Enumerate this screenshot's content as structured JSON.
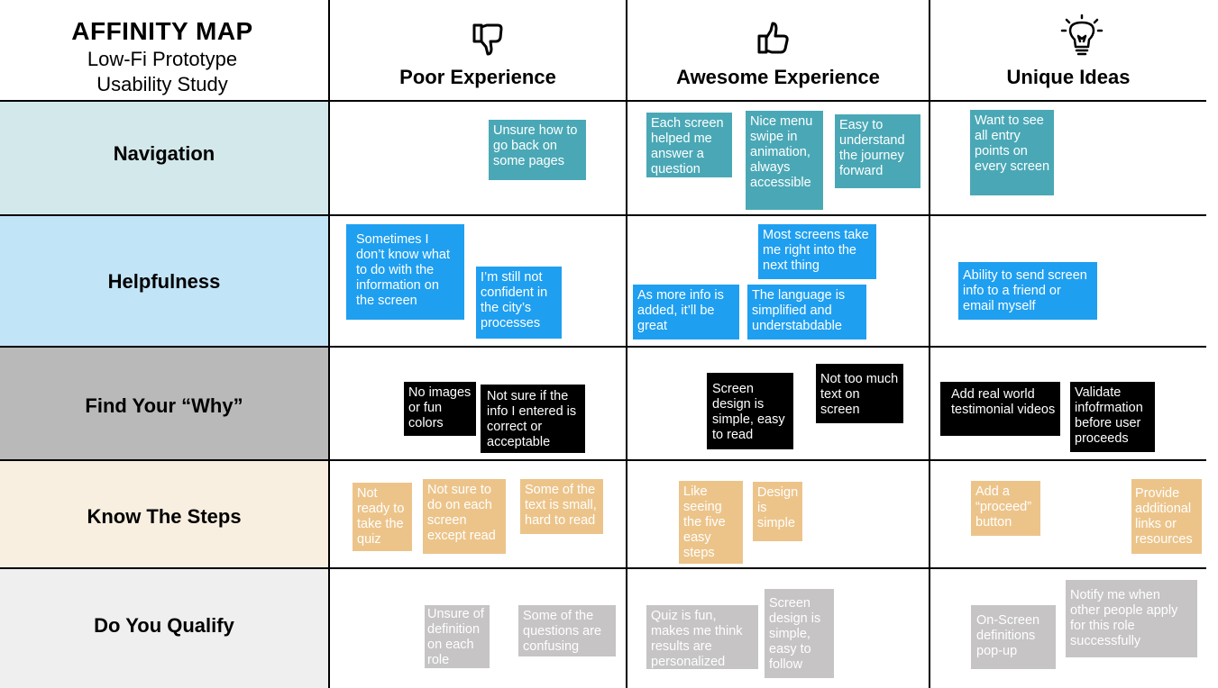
{
  "header": {
    "title": "AFFINITY MAP",
    "subtitle_line1": "Low-Fi Prototype",
    "subtitle_line2": "Usability Study"
  },
  "columns": [
    {
      "label": "Poor Experience",
      "icon": "thumbs-down-icon"
    },
    {
      "label": "Awesome Experience",
      "icon": "thumbs-up-icon"
    },
    {
      "label": "Unique Ideas",
      "icon": "lightbulb-icon"
    }
  ],
  "rows": [
    {
      "label": "Navigation",
      "color": "#d3e8ea",
      "note_color": "#4aa8b6"
    },
    {
      "label": "Helpfulness",
      "color": "#c2e4f7",
      "note_color": "#1f9ff0"
    },
    {
      "label": "Find Your “Why”",
      "color": "#b9b9b9",
      "note_color": "#000000"
    },
    {
      "label": "Know The Steps",
      "color": "#f8efe0",
      "note_color": "#ecc48a"
    },
    {
      "label": "Do You Qualify",
      "color": "#efefef",
      "note_color": "#c6c4c4"
    }
  ],
  "notes": {
    "nav_poor_1": "Unsure how to go back on some pages",
    "nav_awe_1": "Each screen helped me answer a question",
    "nav_awe_2": "Nice menu swipe in animation, always accessible",
    "nav_awe_3": "Easy to understand the journey forward",
    "nav_uni_1": "Want to see all entry points on every screen",
    "help_poor_1": "Sometimes I don’t know what to do with the information on the screen",
    "help_poor_2": "I’m still not confident in the city’s processes",
    "help_awe_1": "Most screens take me right into the next thing",
    "help_awe_2": "As more info is added, it’ll be great",
    "help_awe_3": "The language is simplified and understabdable",
    "help_uni_1": "Ability to send screen info to a friend or email myself",
    "why_poor_1": "No images or fun colors",
    "why_poor_2": "Not sure if the info I entered is correct or acceptable",
    "why_awe_1": "Screen design is simple, easy to read",
    "why_awe_2": "Not too much text on screen",
    "why_uni_1": "Add real world testimonial videos",
    "why_uni_2": "Validate infofrmation before user proceeds",
    "steps_poor_1": "Not ready to take the quiz",
    "steps_poor_2": "Not sure to do on each screen except read",
    "steps_poor_3": "Some of the text is small, hard to read",
    "steps_awe_1": "Like seeing the five easy steps",
    "steps_awe_2": "Design is simple",
    "steps_uni_1": "Add a “proceed” button",
    "steps_uni_2": "Provide additional links or resources",
    "qual_poor_1": "Unsure of definition on each role",
    "qual_poor_2": "Some of the questions are confusing",
    "qual_awe_1": "Quiz is fun, makes me think results are personalized",
    "qual_awe_2": "Screen design is simple, easy to follow",
    "qual_uni_1": "On-Screen definitions pop-up",
    "qual_uni_2": "Notify me when other people apply for this role successfully"
  }
}
